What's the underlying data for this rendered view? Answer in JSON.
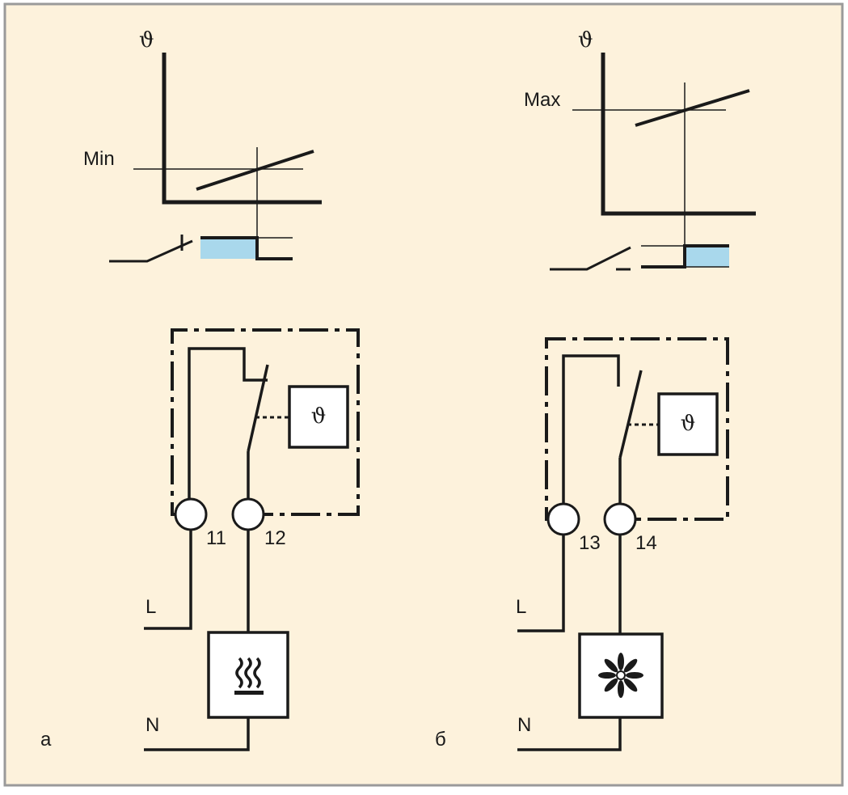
{
  "panel_a": {
    "caption": "а",
    "graph": {
      "axis_symbol": "ϑ",
      "threshold_label": "Min"
    },
    "sensor_symbol": "ϑ",
    "terminals": [
      "11",
      "12"
    ],
    "line_label": "L",
    "neutral_label": "N",
    "load": "heater-icon"
  },
  "panel_b": {
    "caption": "б",
    "graph": {
      "axis_symbol": "ϑ",
      "threshold_label": "Max"
    },
    "sensor_symbol": "ϑ",
    "terminals": [
      "13",
      "14"
    ],
    "line_label": "L",
    "neutral_label": "N",
    "load": "fan-icon"
  },
  "colors": {
    "background": "#fdf2dc",
    "frame": "#9a9a9a",
    "line": "#1a1a1a",
    "fill_blue": "#a9d8ec"
  }
}
